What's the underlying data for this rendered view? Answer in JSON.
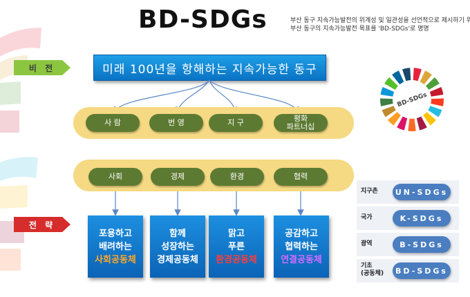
{
  "title": "BD-SDGs",
  "description": [
    "부산 동구 지속가능발전의 위계성 및 일관성을 선언적으로 제시하기 위하여",
    "부산 동구의 지속가능발전 목표를 'BD-SDGs'로 명명"
  ],
  "vision": {
    "tag": "비 전",
    "text": "미래 100년을 항해하는 지속가능한 동구"
  },
  "strategy_tag": "전 략",
  "pillars": [
    {
      "top": "사 람",
      "bottom": "사회",
      "strategy_lines": [
        "포용하고",
        "배려하는"
      ],
      "strategy_emph": "사회공동체",
      "emph_color": "#ffa726"
    },
    {
      "top": "번 영",
      "bottom": "경제",
      "strategy_lines": [
        "함께",
        "성장하는"
      ],
      "strategy_emph": "경제공동체",
      "emph_color": "#ffffff"
    },
    {
      "top": "지 구",
      "bottom": "환경",
      "strategy_lines": [
        "맑고",
        "푸른"
      ],
      "strategy_emph": "환경공동체",
      "emph_color": "#ff3d3d"
    },
    {
      "top": "평화\n파트너십",
      "bottom": "협력",
      "strategy_lines": [
        "공감하고",
        "협력하는"
      ],
      "strategy_emph": "연결공동체",
      "emph_color": "#d36cff"
    }
  ],
  "wheel_label": "BD-SDGs",
  "levels": [
    {
      "label": "지구촌",
      "name": "UN-SDGs"
    },
    {
      "label": "국가",
      "name": "K-SDGs"
    },
    {
      "label": "광역",
      "name": "B-SDGs"
    },
    {
      "label": "기초\n(공동체)",
      "name": "BD-SDGs"
    }
  ],
  "colors": {
    "vision_blue": "#0a73c4",
    "band_yellow": "#f5d983",
    "pill_green": "#5d7a32",
    "vision_tag_green": "#8cc641",
    "strategy_tag_red": "#d62c2c",
    "level_blue": "#4a7ec0"
  }
}
